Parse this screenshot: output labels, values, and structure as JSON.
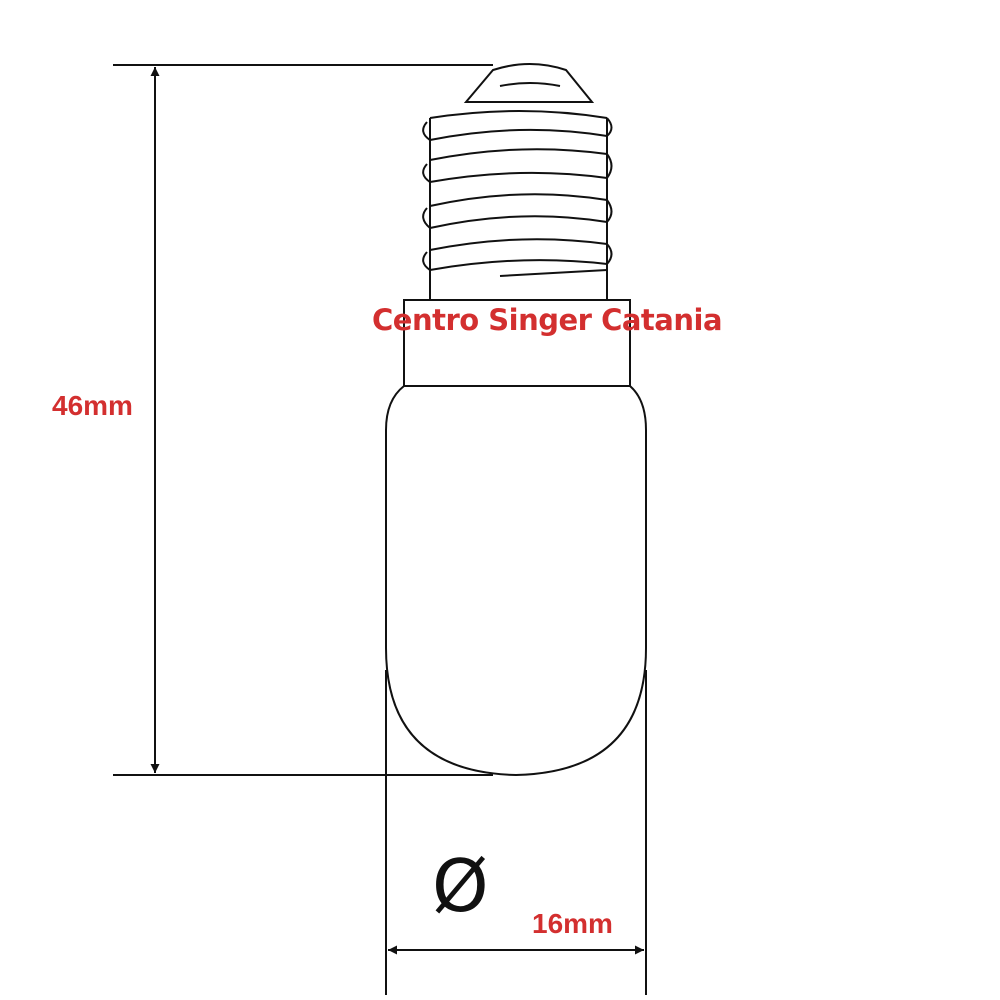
{
  "watermark": "Centro Singer Catania",
  "dimensions": {
    "height_label": "46mm",
    "width_label": "16mm",
    "diameter_symbol": "Ø"
  },
  "colors": {
    "label": "#d32f2f",
    "line": "#111111"
  }
}
